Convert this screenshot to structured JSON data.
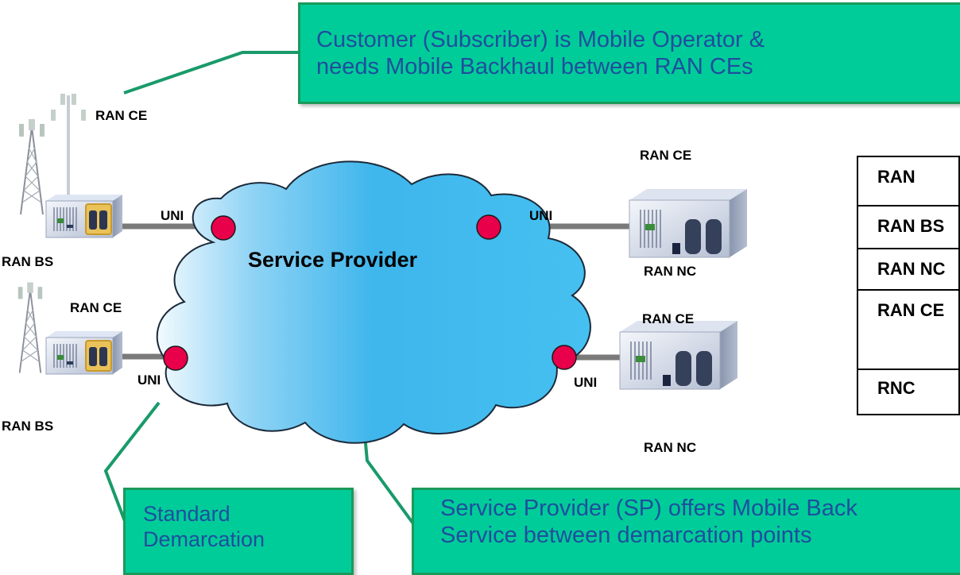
{
  "callouts": {
    "customer_line1": "Customer (Subscriber) is Mobile Operator &",
    "customer_line2": "needs Mobile Backhaul between RAN CEs",
    "demarcation_line1": "Standard",
    "demarcation_line2": "Demarcation",
    "sp_line1": "Service Provider (SP) offers Mobile Back",
    "sp_line2": "Service between demarcation points"
  },
  "cloud_label": "Service Provider",
  "labels": {
    "ran_ce_top_left": "RAN CE",
    "ran_bs_top_left": "RAN BS",
    "ran_ce_bottom_left": "RAN CE",
    "ran_bs_bottom_left": "RAN BS",
    "ran_ce_top_right": "RAN CE",
    "ran_nc_top_right": "RAN NC",
    "ran_ce_bottom_right": "RAN CE",
    "ran_nc_bottom_right": "RAN NC",
    "uni_top_left": "UNI",
    "uni_top_right": "UNI",
    "uni_bottom_left": "UNI",
    "uni_bottom_right": "UNI"
  },
  "legend_rows": [
    "RAN",
    "RAN BS",
    "RAN NC",
    "RAN CE",
    "RNC"
  ],
  "colors": {
    "callout_fill": "#00cc99",
    "callout_border": "#1a9a5a",
    "callout_text": "#1f4e9e",
    "connector_line": "#1a9a6a",
    "uni_point": "#e8004a",
    "cloud_light": "#eaf6fd",
    "cloud_dark": "#39b3ea"
  }
}
